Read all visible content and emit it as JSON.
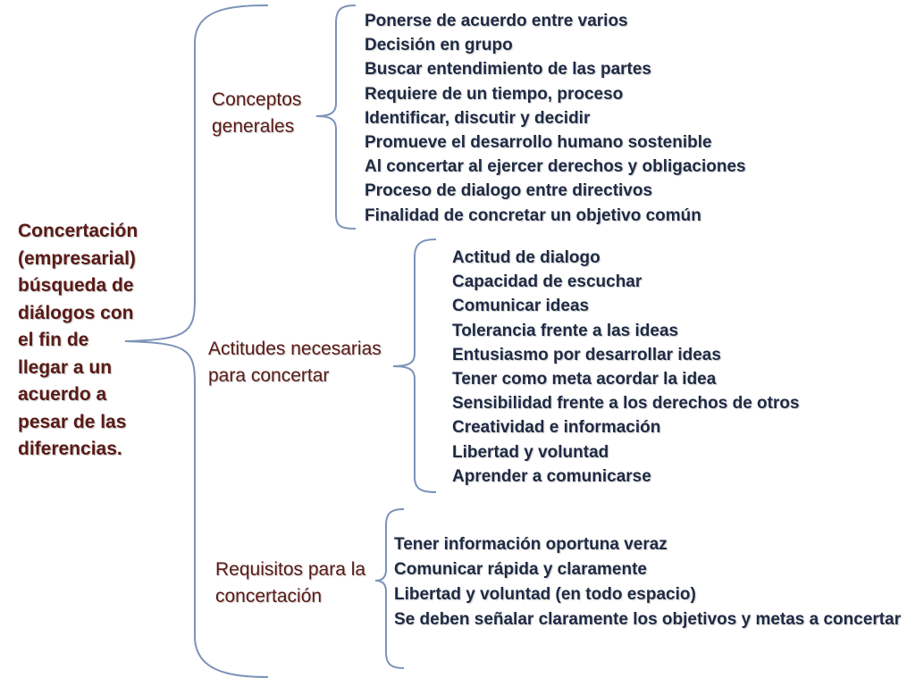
{
  "root": {
    "lines": [
      "Concertación",
      "(empresarial)",
      "búsqueda de",
      "diálogos con",
      "el fin de",
      "llegar a un",
      "acuerdo a",
      "pesar de las",
      "diferencias."
    ]
  },
  "categories": [
    {
      "title_lines": [
        "Conceptos",
        "generales"
      ],
      "items": [
        "Ponerse de acuerdo entre varios",
        "Decisión en grupo",
        "Buscar entendimiento de las partes",
        "Requiere de un tiempo, proceso",
        "Identificar, discutir y decidir",
        "Promueve el desarrollo humano sostenible",
        "Al concertar al ejercer derechos y obligaciones",
        "Proceso de dialogo entre directivos",
        "Finalidad de concretar un objetivo común"
      ]
    },
    {
      "title_lines": [
        "Actitudes necesarias",
        "para concertar"
      ],
      "items": [
        "Actitud de dialogo",
        "Capacidad de escuchar",
        "Comunicar ideas",
        "Tolerancia frente a las ideas",
        "Entusiasmo por desarrollar ideas",
        "Tener como meta acordar la idea",
        "Sensibilidad frente a los derechos de otros",
        "Creatividad e información",
        "Libertad y voluntad",
        "Aprender a comunicarse"
      ]
    },
    {
      "title_lines": [
        "Requisitos para la",
        "concertación"
      ],
      "items": [
        "Tener información oportuna veraz",
        "Comunicar rápida y claramente",
        "Libertad y voluntad (en todo espacio)",
        "Se deben señalar claramente los objetivos y metas a concertar"
      ]
    }
  ],
  "colors": {
    "brace": "#7c93b8",
    "heading": "#5a1a16",
    "item_text": "#1f2a44"
  }
}
